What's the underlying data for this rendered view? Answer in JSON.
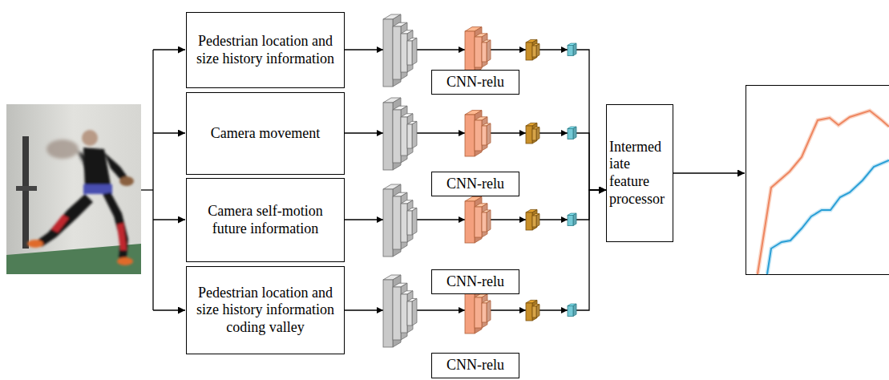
{
  "diagram": {
    "nodes": [
      {
        "text": [
          "Pedestrian location and size history information"
        ]
      },
      {
        "text": [
          "CNN-relu"
        ]
      },
      {
        "text": [
          "Camera movement"
        ]
      },
      {
        "text": [
          "CNN-relu"
        ]
      },
      {
        "text": [
          "Camera self-motion future information"
        ]
      },
      {
        "text": [
          "CNN-relu"
        ]
      },
      {
        "text": [
          "Pedestrian location and size history information coding valley"
        ]
      },
      {
        "text": [
          "CNN-relu"
        ]
      },
      {
        "text": [
          "Intermed iate feature processor"
        ]
      }
    ],
    "edges": [
      {
        "from": 0,
        "to": 8,
        "arrow": "to"
      },
      {
        "from": 2,
        "to": 8,
        "arrow": "to"
      },
      {
        "from": 4,
        "to": 8,
        "arrow": "to"
      },
      {
        "from": 6,
        "to": 8,
        "arrow": "to"
      }
    ]
  }
}
